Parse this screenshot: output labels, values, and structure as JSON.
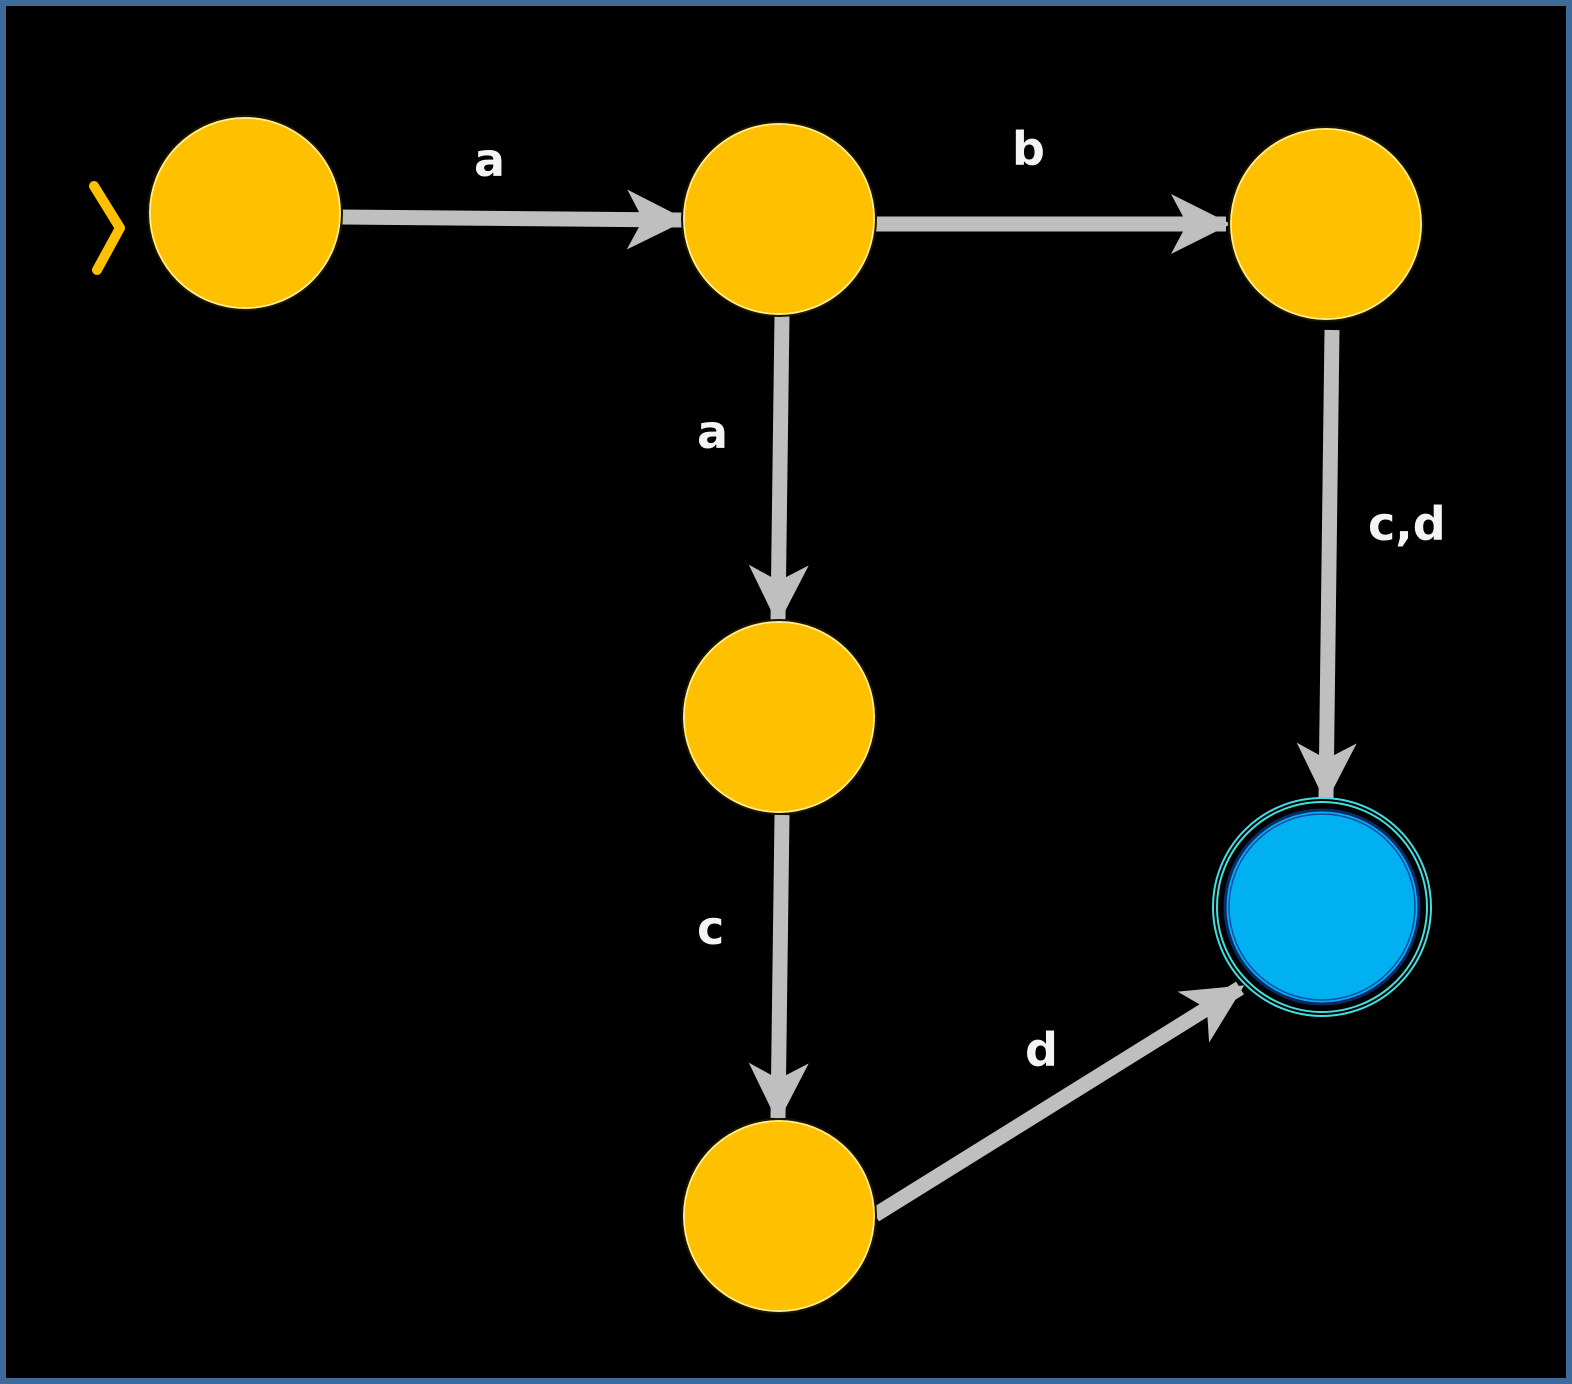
{
  "diagram": {
    "type": "finite-automaton",
    "colors": {
      "background": "#000000",
      "border": "#3e6b9a",
      "state_fill": "#ffc000",
      "accept_fill": "#00b0f0",
      "accept_ring": "#40e0e0",
      "edge": "#bfbfbf",
      "start_marker": "#ffc000",
      "label": "#f4f4f4"
    },
    "start_marker_icon": "chevron-right-icon",
    "states": [
      {
        "id": "q0",
        "start": true,
        "accept": false
      },
      {
        "id": "q1",
        "start": false,
        "accept": false
      },
      {
        "id": "q2",
        "start": false,
        "accept": false
      },
      {
        "id": "q3",
        "start": false,
        "accept": false
      },
      {
        "id": "q4",
        "start": false,
        "accept": false
      },
      {
        "id": "q5",
        "start": false,
        "accept": true
      }
    ],
    "transitions": [
      {
        "from": "q0",
        "to": "q1",
        "label": "a"
      },
      {
        "from": "q1",
        "to": "q2",
        "label": "b"
      },
      {
        "from": "q1",
        "to": "q3",
        "label": "a"
      },
      {
        "from": "q2",
        "to": "q5",
        "label": "c,d"
      },
      {
        "from": "q3",
        "to": "q4",
        "label": "c"
      },
      {
        "from": "q4",
        "to": "q5",
        "label": "d"
      }
    ]
  }
}
